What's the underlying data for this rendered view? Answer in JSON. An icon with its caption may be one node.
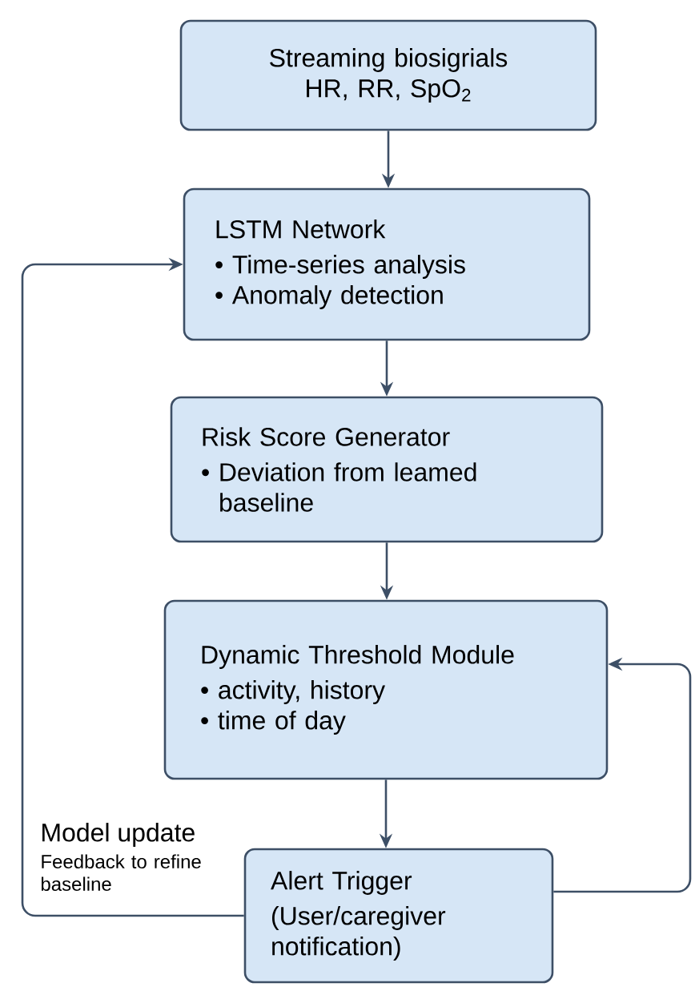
{
  "diagram": {
    "nodes": [
      {
        "text": [
          "Streaming biosigrials",
          "HR, RR, SpO$_{2}$"
        ]
      },
      {
        "text": [
          "LSTM Network",
          "• Time-series analysis",
          "• Anomaly detection"
        ]
      },
      {
        "text": [
          "Risk Score Generator",
          "• Deviation from leamed baseline"
        ]
      },
      {
        "text": [
          "Dynamic Threshold Module",
          "• activity, history",
          "• time of day"
        ]
      },
      {
        "text": [
          "Alert Trigger",
          "(User/caregiver notification)"
        ]
      }
    ],
    "edges": [
      {
        "from": 0,
        "to": 1,
        "arrow": "to"
      },
      {
        "from": 1,
        "to": 2,
        "arrow": "to"
      },
      {
        "from": 2,
        "to": 3,
        "arrow": "to"
      },
      {
        "from": 3,
        "to": 4,
        "arrow": "to"
      },
      {
        "from": 4,
        "to": 1,
        "arrow": "to",
        "label": "Model update"
      },
      {
        "from": 4,
        "to": 3,
        "arrow": "to"
      }
    ],
    "labels": [
      "Feedback to refine baseline"
    ]
  }
}
